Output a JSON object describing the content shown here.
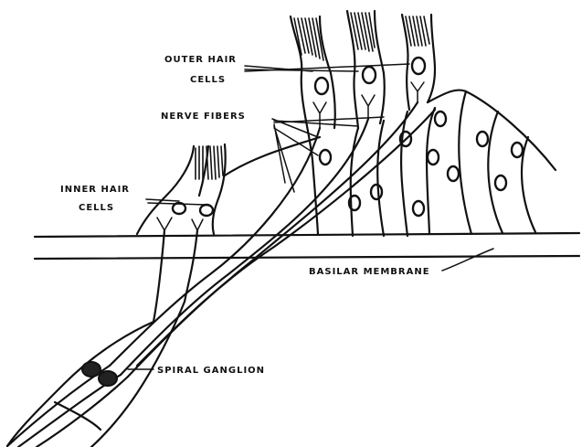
{
  "labels": {
    "outer_hair_cells_1": "OUTER HAIR",
    "outer_hair_cells_2": "CELLS",
    "nerve_fibers": "NERVE FIBERS",
    "inner_hair_cells_1": "INNER HAIR",
    "inner_hair_cells_2": "CELLS",
    "basilar_membrane": "BASILAR MEMBRANE",
    "spiral_ganglion": "SPIRAL GANGLION"
  },
  "colors": {
    "ink": "#111111",
    "background": "#ffffff"
  }
}
